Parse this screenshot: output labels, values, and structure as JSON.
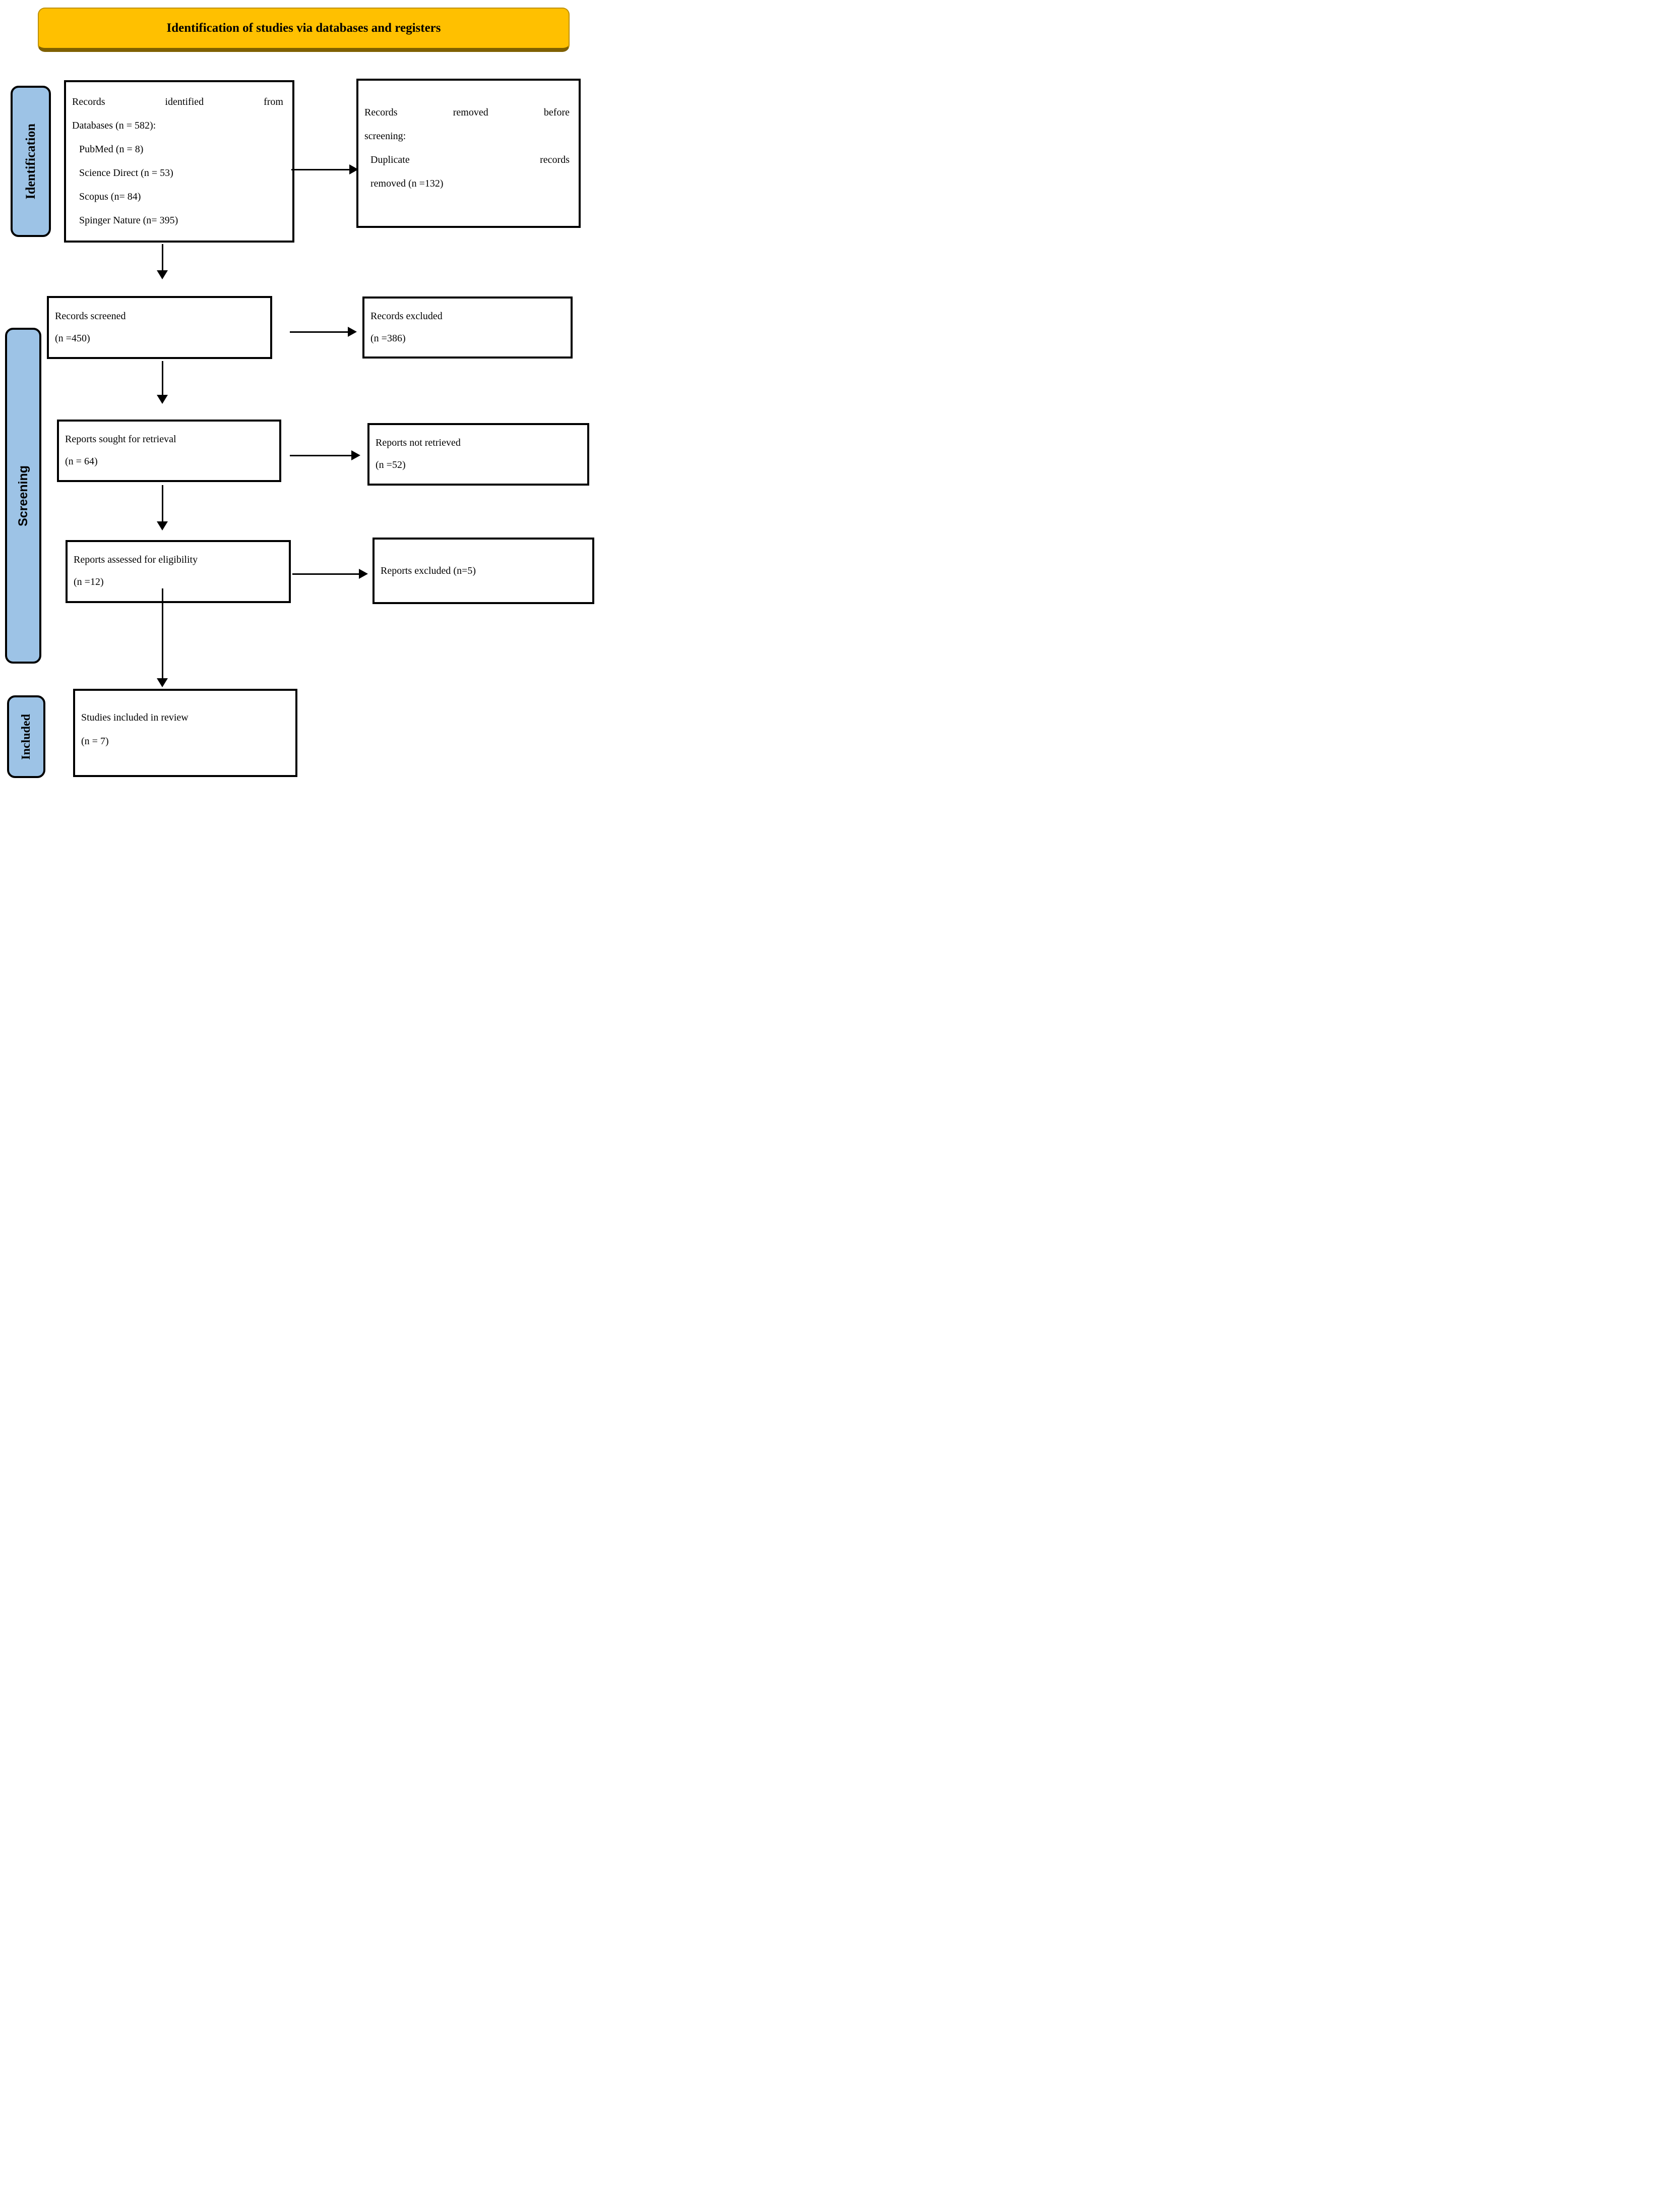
{
  "header": {
    "title": "Identification of studies via databases and registers"
  },
  "sidebar": {
    "identification_label": "Identification",
    "screening_label": "Screening",
    "included_label": "Included"
  },
  "boxes": {
    "records_identified": {
      "line1": "Records identified from",
      "line2": "Databases (n = 582):",
      "items": [
        "PubMed (n = 8)",
        "Science Direct (n = 53)",
        "Scopus (n= 84)",
        "Spinger Nature (n= 395)"
      ]
    },
    "records_removed": {
      "line1": "Records removed before",
      "line2": "screening:",
      "line3": "Duplicate records",
      "line4": "removed (n =132)"
    },
    "records_screened": {
      "line1": "Records screened",
      "line2": "(n =450)"
    },
    "records_excluded": {
      "line1": "Records excluded",
      "line2": "(n =386)"
    },
    "reports_sought": {
      "line1": "Reports sought for retrieval",
      "line2": "(n = 64)"
    },
    "reports_not_retrieved": {
      "line1": "Reports not retrieved",
      "line2": "(n =52)"
    },
    "reports_assessed": {
      "line1": "Reports assessed for eligibility",
      "line2": "(n =12)"
    },
    "reports_excluded": {
      "line1": "Reports excluded (n=5)"
    },
    "studies_included": {
      "line1": "Studies included in review",
      "line2": "(n = 7)"
    }
  },
  "colors": {
    "header_bg": "#FFC000",
    "header_edge": "#BF9000",
    "header_shadow": "#7F6000",
    "sidebar_bg": "#9DC3E6",
    "ink": "#000000",
    "paper": "#FFFFFF"
  }
}
